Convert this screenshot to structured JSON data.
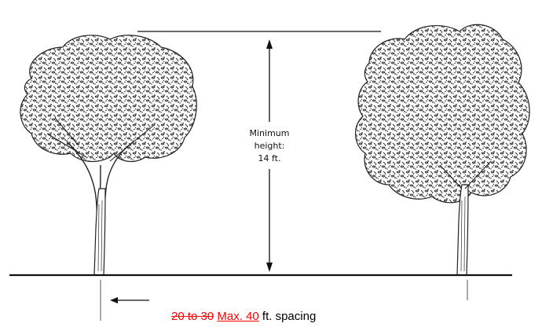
{
  "height_label": {
    "line1": "Minimum",
    "line2": "height:",
    "line3": "14 ft."
  },
  "spacing_caption": {
    "deleted_text": "20 to 30",
    "inserted_text": "Max. 40",
    "remaining_text": "ft. spacing"
  },
  "colors": {
    "revision_red": "#ff0000",
    "ink": "#111111"
  }
}
